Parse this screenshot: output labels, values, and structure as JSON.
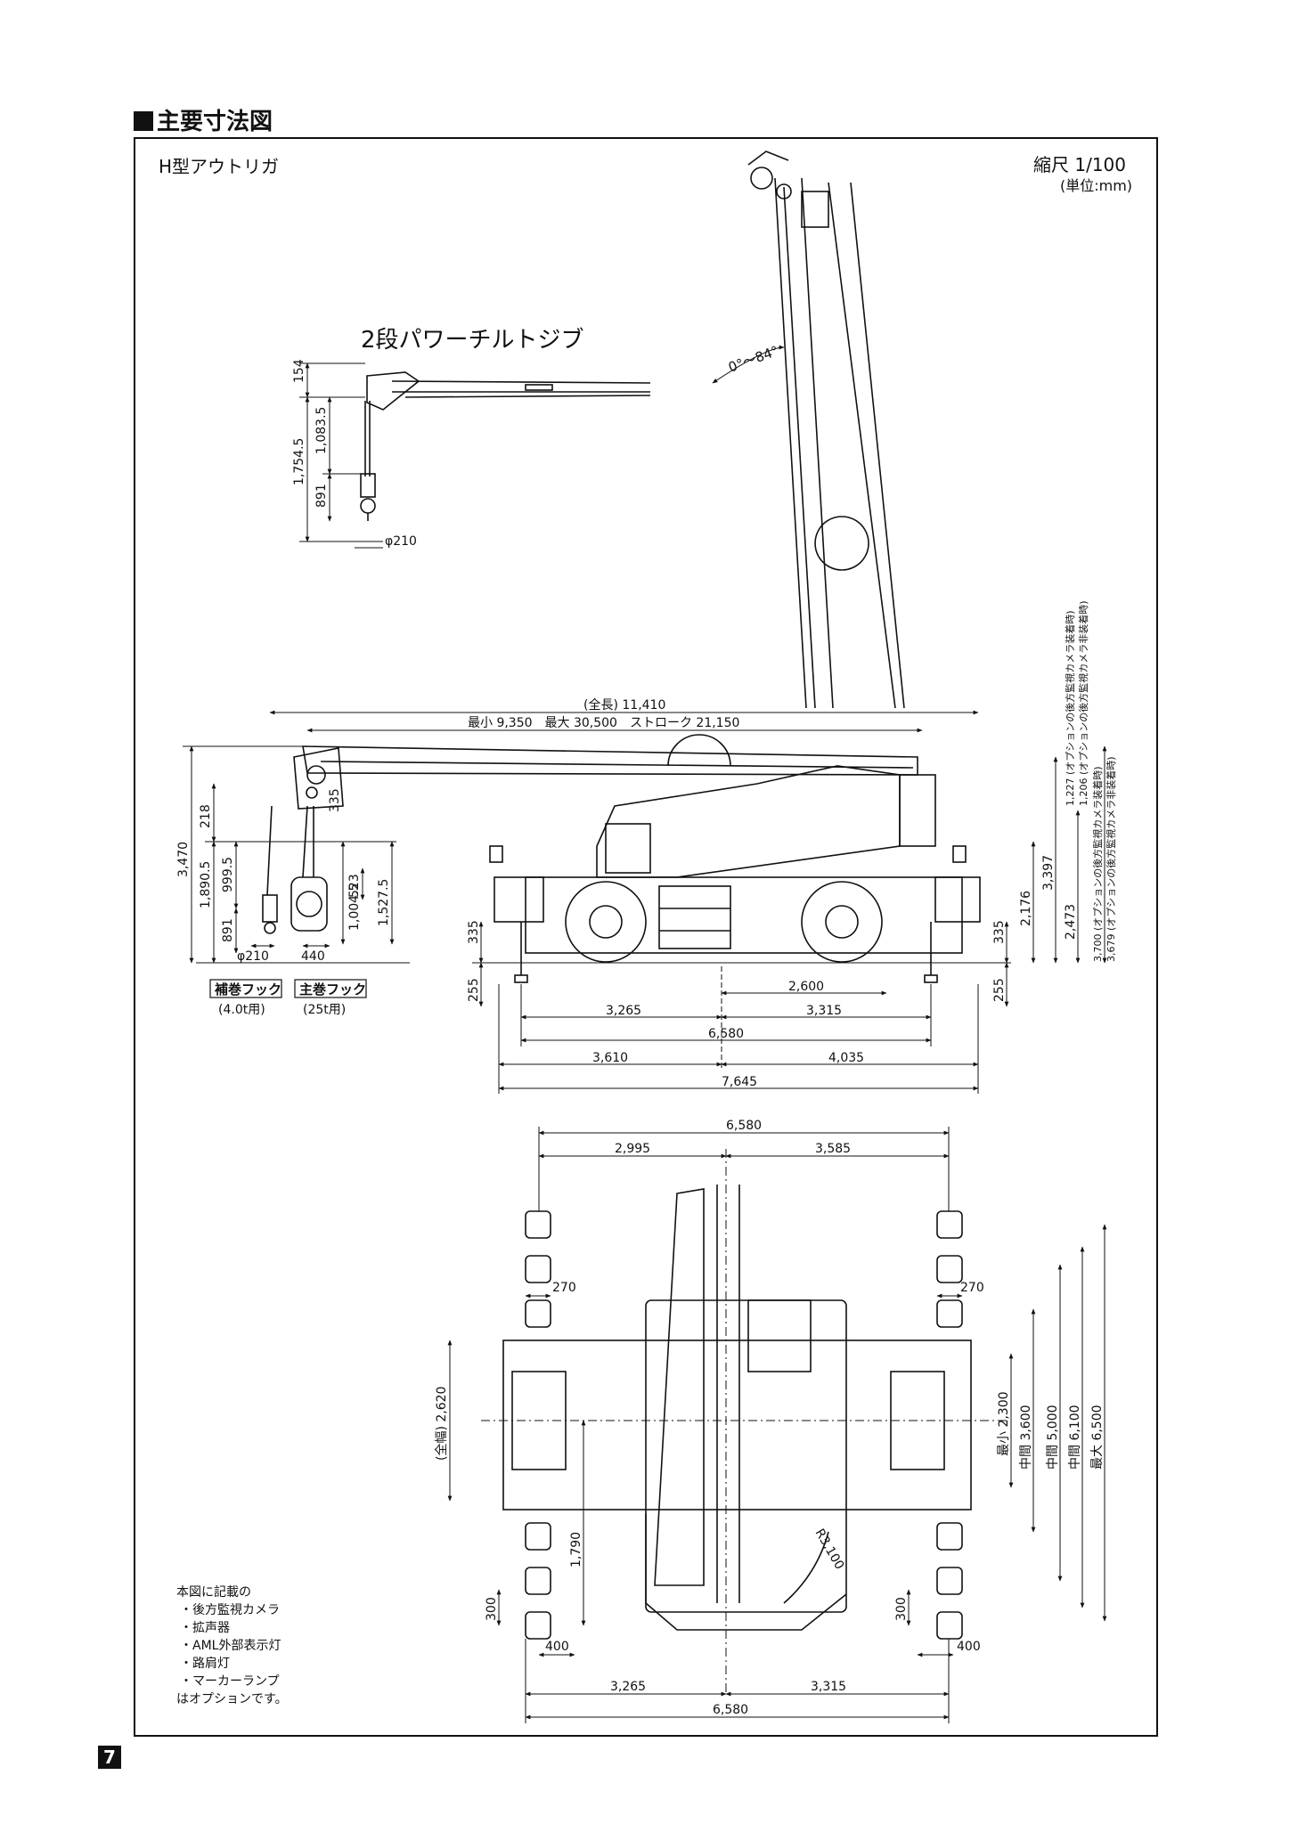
{
  "page_title": "■主要寸法図",
  "outrigger_type": "H型アウトリガ",
  "scale": {
    "label": "縮尺 1/100",
    "unit": "(単位:mm)"
  },
  "jib": {
    "title": "2段パワーチルトジブ",
    "dims": {
      "d154": "154",
      "d1754": "1,754.5",
      "d1083": "1,083.5",
      "d891": "891",
      "d210": "φ210"
    },
    "angle": "0°～84°"
  },
  "side_view": {
    "overall_length": "(全長) 11,410",
    "boom": "最小 9,350　最大 30,500　ストローク 21,150",
    "left_dims": {
      "d3470": "3,470",
      "d218": "218",
      "d1890": "1,890.5",
      "d999": "999.5",
      "d891": "891",
      "d335": "335",
      "d1004": "1,004.5",
      "d1527": "1,527.5",
      "d523": "523",
      "d440": "440",
      "d210": "φ210"
    },
    "hooks": [
      {
        "name": "補巻フック",
        "cap": "(4.0t用)"
      },
      {
        "name": "主巻フック",
        "cap": "(25t用)"
      }
    ],
    "wheel_dims": {
      "left335": "335",
      "left255": "255",
      "right335": "335",
      "right255": "255"
    },
    "base_dims": {
      "d2600": "2,600",
      "d3265": "3,265",
      "d3315": "3,315",
      "d6580": "6,580",
      "d3610": "3,610",
      "d4035": "4,035",
      "d7645": "7,645"
    },
    "right_dims": {
      "d2176": "2,176",
      "d3397": "3,397",
      "d2473": "2,473",
      "d1227": "1,227 (オプションの後方監視カメラ装着時)",
      "d1206": "1,206 (オプションの後方監視カメラ非装着時)",
      "d3700": "3,700 (オプションの後方監視カメラ装着時)",
      "d3679": "3,679 (オプションの後方監視カメラ非装着時)"
    }
  },
  "plan_view": {
    "top_dims": {
      "d6580": "6,580",
      "d2995": "2,995",
      "d3585": "3,585"
    },
    "d270_left": "270",
    "d270_right": "270",
    "width": "(全幅) 2,620",
    "outrigger": {
      "min": "最小 2,300",
      "mid1": "中間 3,600",
      "mid2": "中間 5,000",
      "mid3": "中間 6,100",
      "max": "最大 6,500"
    },
    "radius": "R3,100",
    "d1790": "1,790",
    "d300_left": "300",
    "d300_right": "300",
    "d400_left": "400",
    "d400_right": "400",
    "bottom_dims": {
      "d3265": "3,265",
      "d3315": "3,315",
      "d6580": "6,580"
    }
  },
  "options_note": [
    "本図に記載の",
    "・後方監視カメラ",
    "・拡声器",
    "・AML外部表示灯",
    "・路肩灯",
    "・マーカーランプ",
    "はオプションです。"
  ],
  "page_number": "7"
}
